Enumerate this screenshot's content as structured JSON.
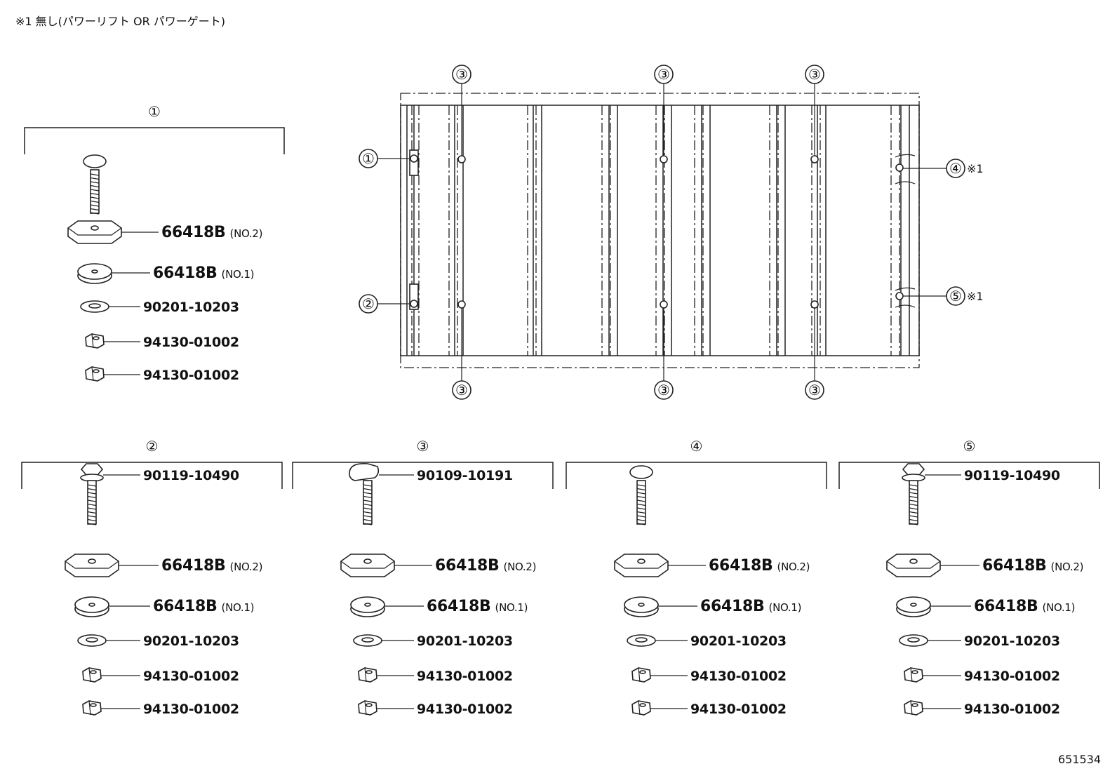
{
  "note": "※1 無し(パワーリフト OR パワーゲート)",
  "figure_id": "651534",
  "callout_symbols": {
    "c1": "①",
    "c2": "②",
    "c3": "③",
    "c4": "④",
    "c5": "⑤",
    "footnote": "※1"
  },
  "groups": [
    {
      "id": "1",
      "symbol": "①",
      "parts": [
        {
          "kind": "bolt-round",
          "number": ""
        },
        {
          "kind": "spacer-octagon",
          "number": "66418B",
          "suffix": "(NO.2)"
        },
        {
          "kind": "spacer-round",
          "number": "66418B",
          "suffix": "(NO.1)"
        },
        {
          "kind": "washer",
          "number": "90201-10203",
          "suffix": ""
        },
        {
          "kind": "nut",
          "number": "94130-01002",
          "suffix": ""
        },
        {
          "kind": "nut",
          "number": "94130-01002",
          "suffix": ""
        }
      ]
    },
    {
      "id": "2",
      "symbol": "②",
      "parts": [
        {
          "kind": "bolt-hex",
          "number": "90119-10490",
          "suffix": ""
        },
        {
          "kind": "spacer-octagon",
          "number": "66418B",
          "suffix": "(NO.2)"
        },
        {
          "kind": "spacer-round",
          "number": "66418B",
          "suffix": "(NO.1)"
        },
        {
          "kind": "washer",
          "number": "90201-10203",
          "suffix": ""
        },
        {
          "kind": "nut",
          "number": "94130-01002",
          "suffix": ""
        },
        {
          "kind": "nut",
          "number": "94130-01002",
          "suffix": ""
        }
      ]
    },
    {
      "id": "3",
      "symbol": "③",
      "parts": [
        {
          "kind": "bolt-t",
          "number": "90109-10191",
          "suffix": ""
        },
        {
          "kind": "spacer-octagon",
          "number": "66418B",
          "suffix": "(NO.2)"
        },
        {
          "kind": "spacer-round",
          "number": "66418B",
          "suffix": "(NO.1)"
        },
        {
          "kind": "washer",
          "number": "90201-10203",
          "suffix": ""
        },
        {
          "kind": "nut",
          "number": "94130-01002",
          "suffix": ""
        },
        {
          "kind": "nut",
          "number": "94130-01002",
          "suffix": ""
        }
      ]
    },
    {
      "id": "4",
      "symbol": "④",
      "parts": [
        {
          "kind": "bolt-round",
          "number": "",
          "suffix": ""
        },
        {
          "kind": "spacer-octagon",
          "number": "66418B",
          "suffix": "(NO.2)"
        },
        {
          "kind": "spacer-round",
          "number": "66418B",
          "suffix": "(NO.1)"
        },
        {
          "kind": "washer",
          "number": "90201-10203",
          "suffix": ""
        },
        {
          "kind": "nut",
          "number": "94130-01002",
          "suffix": ""
        },
        {
          "kind": "nut",
          "number": "94130-01002",
          "suffix": ""
        }
      ]
    },
    {
      "id": "5",
      "symbol": "⑤",
      "parts": [
        {
          "kind": "bolt-hex",
          "number": "90119-10490",
          "suffix": ""
        },
        {
          "kind": "spacer-octagon",
          "number": "66418B",
          "suffix": "(NO.2)"
        },
        {
          "kind": "spacer-round",
          "number": "66418B",
          "suffix": "(NO.1)"
        },
        {
          "kind": "washer",
          "number": "90201-10203",
          "suffix": ""
        },
        {
          "kind": "nut",
          "number": "94130-01002",
          "suffix": ""
        },
        {
          "kind": "nut",
          "number": "94130-01002",
          "suffix": ""
        }
      ]
    }
  ]
}
